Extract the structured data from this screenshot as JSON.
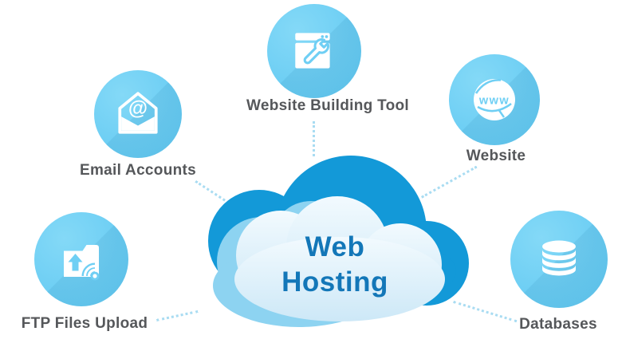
{
  "title": {
    "line1": "Web",
    "line2": "Hosting"
  },
  "nodes": {
    "email": {
      "label": "Email Accounts"
    },
    "builder": {
      "label": "Website Building Tool"
    },
    "website": {
      "label": "Website",
      "globe_text": "www"
    },
    "ftp": {
      "label": "FTP Files Upload"
    },
    "databases": {
      "label": "Databases"
    }
  },
  "icons": [
    "email-at-envelope-icon",
    "browser-wrench-icon",
    "www-globe-icon",
    "folder-upload-icon",
    "database-stack-icon",
    "cloud-icon"
  ],
  "colors": {
    "node_circle": "#6fcff4",
    "icon_glyph": "#ffffff",
    "cloud_back": "#1399d8",
    "cloud_middle": "#8dd3f1",
    "cloud_front_top": "#f2fafe",
    "cloud_front_bottom": "#cde8f7",
    "title_text": "#1377b8",
    "label_text": "#55575a",
    "connector_dots": "#a9dcf2"
  }
}
